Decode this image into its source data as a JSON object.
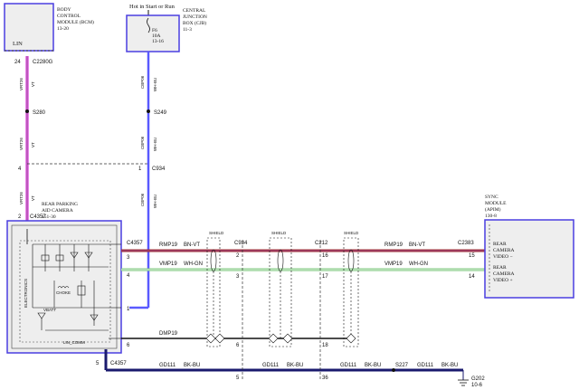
{
  "bcm": {
    "title_lines": [
      "BODY",
      "CONTROL",
      "MODULE (BCM)",
      "13-20"
    ],
    "pin_label": "LIN",
    "pin_number": "24",
    "connector": "C2280G"
  },
  "cjb": {
    "supply_label": "Hot in Start or Run",
    "title_lines": [
      "CENTRAL",
      "JUNCTION",
      "BOX (CJB)",
      "11-3"
    ],
    "fuse_lines": [
      "F6",
      "10A",
      "13-16"
    ]
  },
  "lin_wire": {
    "segment_labels": [
      "VRT26",
      "VRT26",
      "VRT26"
    ],
    "color": "VT",
    "splice": "S280",
    "connector_pin": "4",
    "camera_pin": "2",
    "camera_connector": "C4357"
  },
  "power_wire": {
    "segment_labels": [
      "CBP06",
      "CBP06",
      "CBP06"
    ],
    "color": "WH-BU",
    "splice": "S249",
    "connector_pin": "1",
    "connector": "C934"
  },
  "camera": {
    "title_lines": [
      "REAR PARKING",
      "AID CAMERA",
      "151-30"
    ],
    "electronics_label": "ELECTRONICS",
    "choke_label": "CHOKE",
    "vbatt_label": "VBATT",
    "lin_comm_label": "LIN_COMM",
    "connector": "C4357",
    "pins": [
      "3",
      "4",
      "1",
      "6",
      "5"
    ],
    "ground_connector": "C4357"
  },
  "shield_label": "SHIELD",
  "inline_connectors": {
    "c934": {
      "name": "C934",
      "pins": [
        "2",
        "3",
        "6",
        "5"
      ]
    },
    "c212": {
      "name": "C212",
      "pins": [
        "16",
        "17",
        "18",
        "36"
      ]
    }
  },
  "circuits": {
    "video_minus": {
      "circuit": "RMP19",
      "color": "BN-VT"
    },
    "video_plus": {
      "circuit": "VMP19",
      "color": "WH-GN"
    },
    "drain": {
      "circuit": "DMP19"
    },
    "ground": {
      "circuit": "GD111",
      "color": "BK-BU"
    }
  },
  "sync": {
    "title_lines": [
      "SYNC",
      "MODULE",
      "(APIM)",
      "130-8"
    ],
    "connector": "C2383",
    "pins": [
      "15",
      "14"
    ],
    "pin_labels": [
      [
        "REAR",
        "CAMERA",
        "VIDEO −"
      ],
      [
        "REAR",
        "CAMERA",
        "VIDEO +"
      ]
    ]
  },
  "ground_splice": "S227",
  "ground_point": {
    "name": "G202",
    "ref": "10-6"
  },
  "colors": {
    "module_border": "#4a3fe0",
    "module_fill": "#eeeeee",
    "violet_wire": "#e060e0",
    "blue_wire": "#5a5aff",
    "brown_violet_wire": "#a03030",
    "white_green_wire": "#7ec87e",
    "black_blue_wire": "#1a1a6e"
  }
}
